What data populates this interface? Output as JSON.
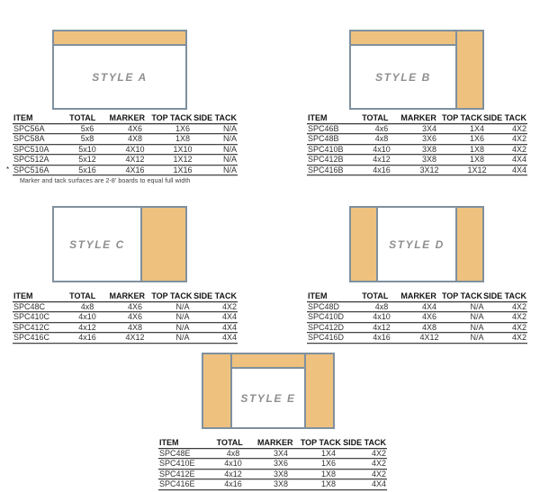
{
  "colors": {
    "tan": "#eec17f",
    "slate": "#7f909e",
    "label_gray": "#8f8f8f"
  },
  "table_headers": [
    "ITEM",
    "TOTAL",
    "MARKER",
    "TOP TACK",
    "SIDE TACK"
  ],
  "footnote": {
    "marker": "*",
    "text": "Marker and tack surfaces are 2-8' boards to equal full width"
  },
  "styles": [
    {
      "id": "A",
      "label": "STYLE A",
      "note_row": 4,
      "rows": [
        [
          "SPC56A",
          "5x6",
          "4X6",
          "1X6",
          "N/A"
        ],
        [
          "SPC58A",
          "5x8",
          "4X8",
          "1X8",
          "N/A"
        ],
        [
          "SPC510A",
          "5x10",
          "4X10",
          "1X10",
          "N/A"
        ],
        [
          "SPC512A",
          "5x12",
          "4X12",
          "1X12",
          "N/A"
        ],
        [
          "SPC516A",
          "5x16",
          "4X16",
          "1X16",
          "N/A"
        ]
      ]
    },
    {
      "id": "B",
      "label": "STYLE B",
      "rows": [
        [
          "SPC46B",
          "4x6",
          "3X4",
          "1X4",
          "4X2"
        ],
        [
          "SPC48B",
          "4x8",
          "3X6",
          "1X6",
          "4X2"
        ],
        [
          "SPC410B",
          "4x10",
          "3X8",
          "1X8",
          "4X2"
        ],
        [
          "SPC412B",
          "4x12",
          "3X8",
          "1X8",
          "4X4"
        ],
        [
          "SPC416B",
          "4x16",
          "3X12",
          "1X12",
          "4X4"
        ]
      ]
    },
    {
      "id": "C",
      "label": "STYLE C",
      "rows": [
        [
          "SPC48C",
          "4x8",
          "4X6",
          "N/A",
          "4X2"
        ],
        [
          "SPC410C",
          "4x10",
          "4X6",
          "N/A",
          "4X4"
        ],
        [
          "SPC412C",
          "4x12",
          "4X8",
          "N/A",
          "4X4"
        ],
        [
          "SPC416C",
          "4x16",
          "4X12",
          "N/A",
          "4X4"
        ]
      ]
    },
    {
      "id": "D",
      "label": "STYLE D",
      "rows": [
        [
          "SPC48D",
          "4x8",
          "4X4",
          "N/A",
          "4X2"
        ],
        [
          "SPC410D",
          "4x10",
          "4X6",
          "N/A",
          "4X2"
        ],
        [
          "SPC412D",
          "4x12",
          "4X8",
          "N/A",
          "4X2"
        ],
        [
          "SPC416D",
          "4x16",
          "4X12",
          "N/A",
          "4X2"
        ]
      ]
    },
    {
      "id": "E",
      "label": "STYLE E",
      "rows": [
        [
          "SPC48E",
          "4x8",
          "3X4",
          "1X4",
          "4X2"
        ],
        [
          "SPC410E",
          "4x10",
          "3X6",
          "1X6",
          "4X2"
        ],
        [
          "SPC412E",
          "4x12",
          "3X8",
          "1X8",
          "4X2"
        ],
        [
          "SPC416E",
          "4x16",
          "3X8",
          "1X8",
          "4X4"
        ]
      ]
    }
  ]
}
